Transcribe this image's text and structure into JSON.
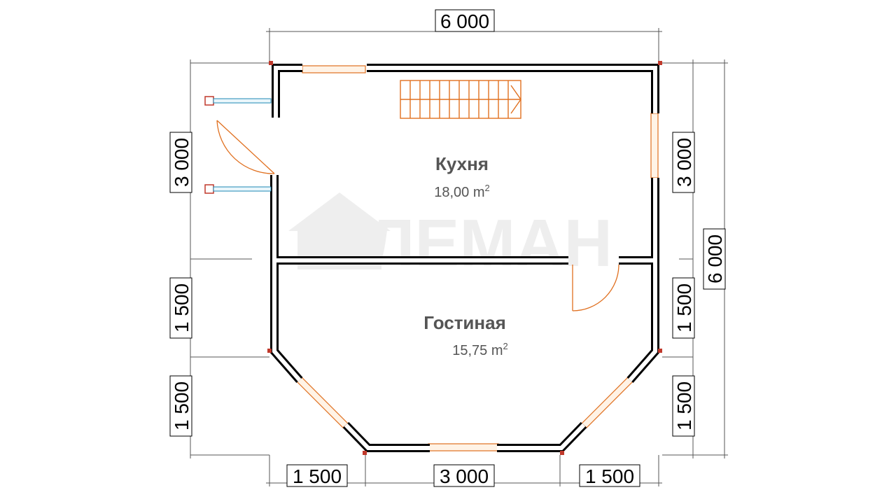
{
  "plan": {
    "dimensions": {
      "top_total": "6 000",
      "right_total": "6 000",
      "left_upper": "3 000",
      "left_middle": "1 500",
      "left_lower": "1 500",
      "right_upper": "3 000",
      "right_middle": "1 500",
      "right_lower": "1 500",
      "bottom_left": "1 500",
      "bottom_center": "3 000",
      "bottom_right": "1 500"
    },
    "rooms": [
      {
        "name": "Кухня",
        "area": "18,00 m",
        "unit_sup": "2"
      },
      {
        "name": "Гостиная",
        "area": "15,75 m",
        "unit_sup": "2"
      }
    ],
    "watermark": "ЛЕМАН"
  },
  "colors": {
    "wall": "#000000",
    "accent": "#e07020",
    "text": "#555555",
    "watermark": "#eeeeee"
  }
}
